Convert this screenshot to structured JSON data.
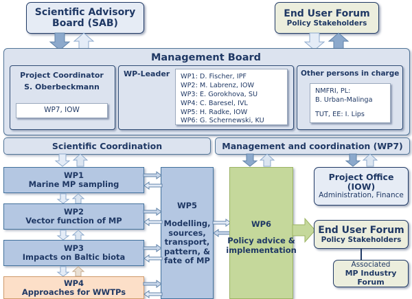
{
  "top": {
    "sab": {
      "title": "Scientific Advisory",
      "title2": "Board (SAB)"
    },
    "euf": {
      "title": "End User Forum",
      "sub": "Policy Stakeholders"
    }
  },
  "management_board": {
    "title": "Management Board",
    "coordinator": {
      "label": "Project Coordinator",
      "name": "S. Oberbeckmann",
      "affiliation": "WP7, IOW"
    },
    "wp_leader": {
      "label": "WP-Leader",
      "entries": [
        "WP1: D. Fischer, IPF",
        "WP2: M. Labrenz, IOW",
        "WP3: E. Gorokhova, SU",
        "WP4: C. Baresel, IVL",
        "WP5: H. Radke, IOW",
        "WP6: G. Schernewski, KU"
      ]
    },
    "other_persons": {
      "label": "Other persons in charge",
      "entries": [
        "NMFRI, PL:",
        "B. Urban-Malinga",
        "",
        "TUT, EE: I. Lips"
      ]
    }
  },
  "bars": {
    "scientific": "Scientific Coordination",
    "management": "Management and coordination (WP7)"
  },
  "workpackages": [
    {
      "num": "WP1",
      "text": "Marine MP sampling",
      "color": "blue"
    },
    {
      "num": "WP2",
      "text": "Vector function of MP",
      "color": "blue"
    },
    {
      "num": "WP3",
      "text": "Impacts on Baltic biota",
      "color": "blue"
    },
    {
      "num": "WP4",
      "text": "Approaches for WWTPs",
      "color": "orange"
    },
    {
      "num": "WP5",
      "text": "Modelling, sources, transport, pattern, & fate of MP",
      "color": "blue"
    },
    {
      "num": "WP6",
      "text": "Policy advice & implementation",
      "color": "green"
    }
  ],
  "right_column": {
    "project_office": {
      "title": "Project Office",
      "title2": "(IOW)",
      "sub": "Administration, Finance"
    },
    "end_user_forum": {
      "title": "End User Forum",
      "sub": "Policy Stakeholders"
    },
    "industry_forum": {
      "line1": "Associated",
      "line2": "MP Industry Forum"
    }
  },
  "colors": {
    "wp_blue": "#b4c7e2",
    "wp_orange": "#fcdfc8",
    "wp_green": "#c5d89b",
    "panel": "#dce3ef",
    "cream": "#eceedd",
    "text": "#1f3864",
    "arrow_solid": "#8ca9cc",
    "arrow_light": "#dbe5f1",
    "arrow_green": "#c5d89b"
  }
}
